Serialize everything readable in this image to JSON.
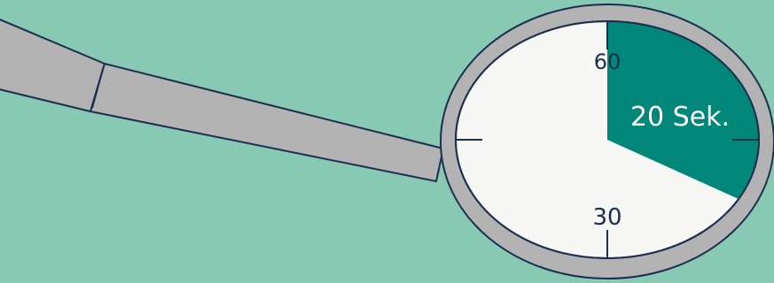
{
  "timer": {
    "top_mark": "60",
    "bottom_mark": "30",
    "elapsed_label": "20 Sek.",
    "elapsed_seconds": 20,
    "full_scale_seconds": 60
  },
  "colors": {
    "background": "#87c9b3",
    "elapsed_wedge": "#00877a",
    "dial_face": "#f7f7f5",
    "handle": "#b2b2b2",
    "outline": "#1c2e4f",
    "elapsed_label_text": "#ffffff"
  }
}
